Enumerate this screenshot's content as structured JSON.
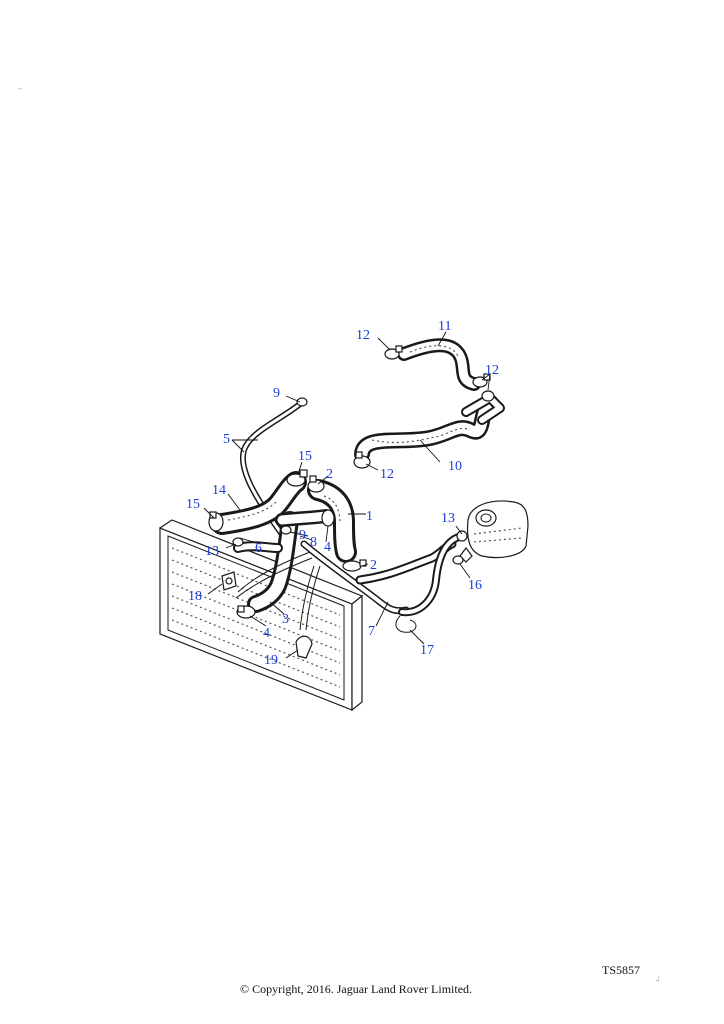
{
  "diagram": {
    "reference": "TS5857",
    "copyright": "© Copyright, 2016. Jaguar Land Rover Limited.",
    "callouts": [
      {
        "label": "1"
      },
      {
        "label": "2"
      },
      {
        "label": "2"
      },
      {
        "label": "3"
      },
      {
        "label": "4"
      },
      {
        "label": "4"
      },
      {
        "label": "5"
      },
      {
        "label": "6"
      },
      {
        "label": "7"
      },
      {
        "label": "8"
      },
      {
        "label": "9"
      },
      {
        "label": "9"
      },
      {
        "label": "10"
      },
      {
        "label": "11"
      },
      {
        "label": "12"
      },
      {
        "label": "12"
      },
      {
        "label": "12"
      },
      {
        "label": "13"
      },
      {
        "label": "13"
      },
      {
        "label": "14"
      },
      {
        "label": "15"
      },
      {
        "label": "15"
      },
      {
        "label": "16"
      },
      {
        "label": "17"
      },
      {
        "label": "18"
      },
      {
        "label": "19"
      }
    ],
    "callout_color": "#1a3fd6"
  }
}
